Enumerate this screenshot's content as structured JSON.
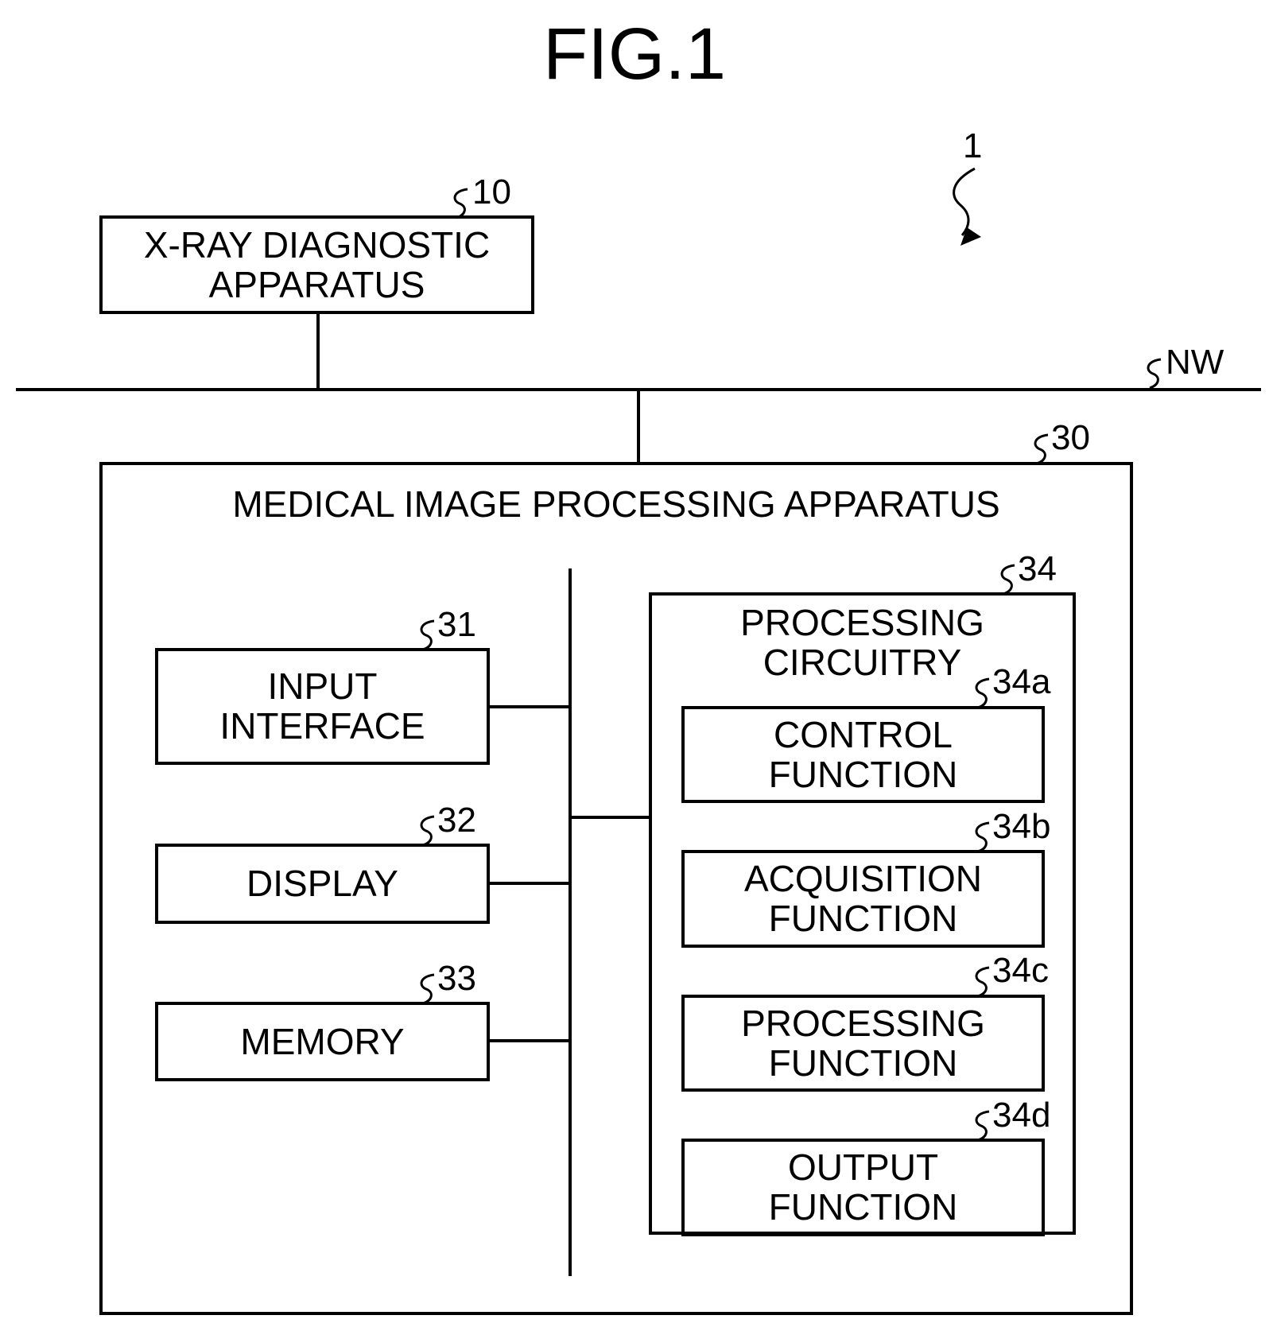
{
  "figure": {
    "title": "FIG.1"
  },
  "refs": {
    "system": "1",
    "xray": "10",
    "network": "NW",
    "apparatus": "30",
    "input": "31",
    "display": "32",
    "memory": "33",
    "circuitry": "34",
    "control": "34a",
    "acquisition": "34b",
    "processing": "34c",
    "output": "34d"
  },
  "blocks": {
    "xray": {
      "line1": "X-RAY DIAGNOSTIC",
      "line2": "APPARATUS"
    },
    "apparatus": {
      "label": "MEDICAL IMAGE PROCESSING APPARATUS"
    },
    "input": {
      "line1": "INPUT",
      "line2": "INTERFACE"
    },
    "display": {
      "label": "DISPLAY"
    },
    "memory": {
      "label": "MEMORY"
    },
    "circuitry": {
      "line1": "PROCESSING",
      "line2": "CIRCUITRY"
    },
    "control": {
      "line1": "CONTROL",
      "line2": "FUNCTION"
    },
    "acquisition": {
      "line1": "ACQUISITION",
      "line2": "FUNCTION"
    },
    "processing": {
      "line1": "PROCESSING",
      "line2": "FUNCTION"
    },
    "output": {
      "line1": "OUTPUT",
      "line2": "FUNCTION"
    }
  }
}
